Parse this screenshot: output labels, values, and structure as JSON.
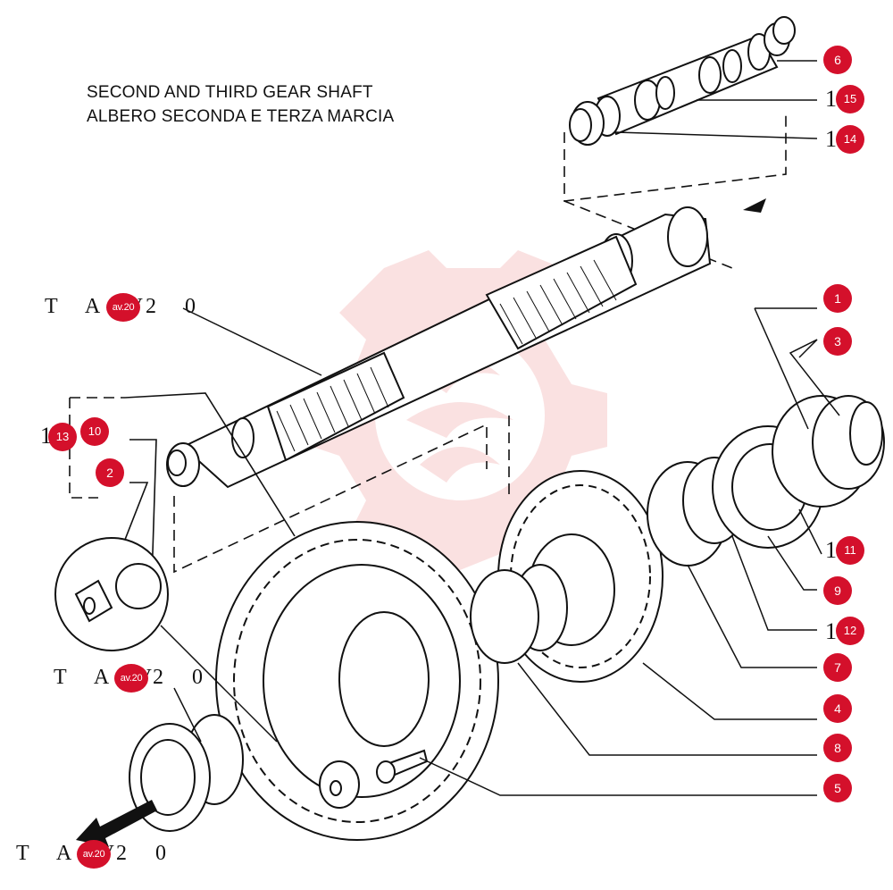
{
  "title": {
    "line1": "SECOND AND THIRD GEAR SHAFT",
    "line2": "ALBERO SECONDA E TERZA MARCIA"
  },
  "references": [
    {
      "prefix": "T A V",
      "suffix": "2 0",
      "badge": "av.20"
    },
    {
      "prefix": "T A V",
      "suffix": "2 0",
      "badge": "av.20"
    },
    {
      "prefix": "T A V",
      "suffix": "2 0",
      "badge": "av.20"
    }
  ],
  "leader_digit": "1",
  "callouts": [
    "1",
    "2",
    "3",
    "4",
    "5",
    "6",
    "7",
    "8",
    "9",
    "10",
    "11",
    "12",
    "13",
    "14",
    "15"
  ],
  "colors": {
    "badge": "#d4102b",
    "watermark": "#f3b8b8",
    "line": "#111111"
  }
}
